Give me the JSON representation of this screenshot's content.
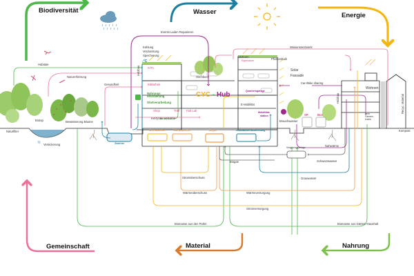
{
  "title": "CYC - Hub",
  "hub": {
    "part1": "CYC",
    "sep": " - ",
    "part2": "Hub"
  },
  "categories": {
    "biodiversity": "Biodiversität",
    "water": "Wasser",
    "energy": "Energie",
    "community": "Gemeinschaft",
    "material": "Material",
    "food": "Nahrung"
  },
  "colors": {
    "biodiversity": "#4cb848",
    "water": "#1a7fa0",
    "energy": "#f5b50f",
    "community": "#ec6f95",
    "material": "#d87a2c",
    "food": "#7cc04a",
    "purple": "#a0288f",
    "orange": "#f39a4a",
    "gray": "#666666"
  },
  "top_labels": {
    "events": "Events Laden Reparieren",
    "cooling": [
      "Kühlung",
      "Verdunstung",
      "Speicherung"
    ],
    "temp": "-°C",
    "wood": "Holzbau",
    "raised_bed": "Hochbeet",
    "gardening": "Gärtnern",
    "photovoltaics": "Photovoltaik",
    "knowledge_network": "Wissensnetzwerk",
    "solar_facade": [
      "Solar",
      "Fassade"
    ],
    "carsharing": "Car-/Bike sharing"
  },
  "left_labels": {
    "habitats": "Habitate",
    "nature_experience": "Naturerfahrung",
    "health": "Gesundheit",
    "biotope": "Biotop",
    "irrigation": "Bewässerung Bäume",
    "natural_filter": "Naturfilter",
    "infiltration": "Versickerung",
    "cistern": "Zisterne"
  },
  "hub_floors": {
    "kita": "KITA",
    "library": "Bibliothek",
    "food_processing": "Nahrungs verarbeitung",
    "fruit_processing": "Obstverarbeitung",
    "shop": "Shop",
    "cafe": "Treff",
    "fablab": "Fab Lab",
    "everyone": "everyone welcome",
    "power_storage": "Stromspeicher",
    "heat_storage": "Wärmespeicher",
    "biogas": "Biogas",
    "event_space": "Eigenstrom",
    "neighborhood_garage": "Quartiersgarage",
    "emobility": "E-Mobilität",
    "mobility_station": [
      "Mobilitäts",
      "station"
    ],
    "greywater_treatment": "Grauwasseraufbereitung",
    "service_roads": "Brauchwasser"
  },
  "right_labels": {
    "living": "Wohnen",
    "wood_build": "Holzbau",
    "recycled_material": "Recyc. Material",
    "shared_kitchen": [
      "gem.",
      "Gemein-",
      "küche"
    ],
    "compost": "Kompost",
    "local_heat": "Nahwärme",
    "digester": "Vergärungsanlage",
    "blackwater": "Schwarzwasser",
    "greywater": "Grauwasser",
    "bus_stop": "Bus",
    "sp_stop": "SP"
  },
  "flow_labels": {
    "power_surplus": "Stromüberschuss",
    "heat_surplus": "Wärmeüberschuss",
    "heat_supply": "Wärmeversorgung",
    "power_supply": "Stromversorgung",
    "biogas": "Biogas",
    "biomass_parks": "Biomasse aus den Parks",
    "biomass_gardens": "Biomasse aus Gärten+Haushalt"
  }
}
